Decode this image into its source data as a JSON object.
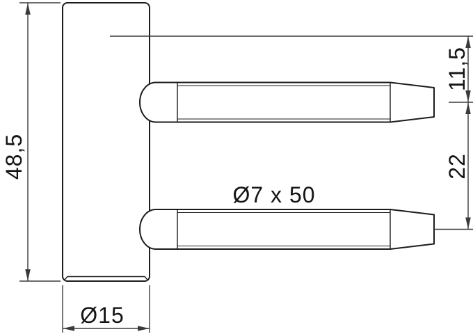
{
  "colors": {
    "background": "#ffffff",
    "line": "#1c1c1c",
    "dimension_line": "#3a3a3a",
    "text": "#141414"
  },
  "labels": {
    "overall_height": "48,5",
    "pin_spec": "Ø7 x 50",
    "top_edge_to_pin1_center": "11,5",
    "pin_center_spacing": "22",
    "body_diameter": "Ø15"
  }
}
